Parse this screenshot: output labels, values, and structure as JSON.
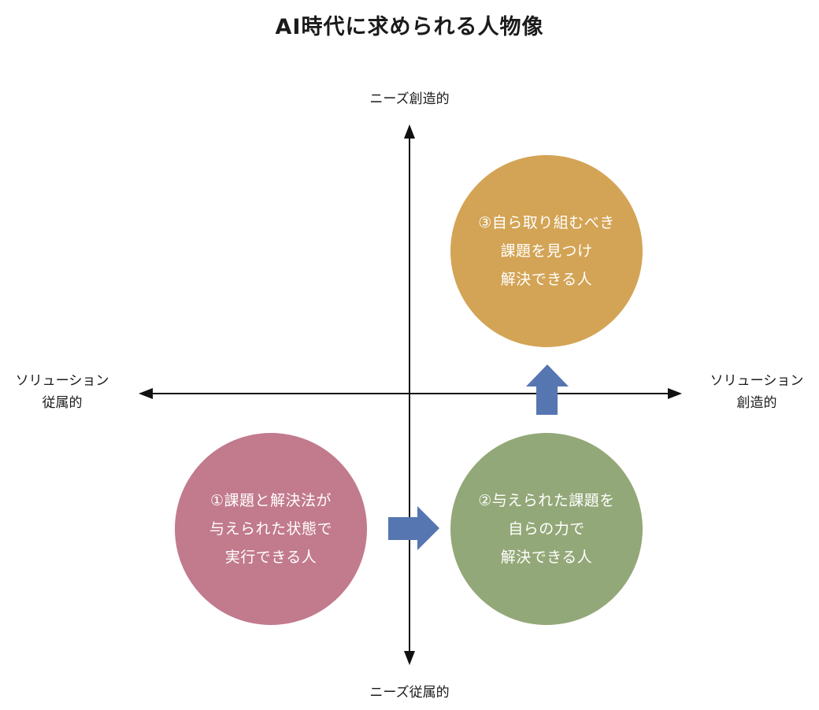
{
  "title": "AI時代に求められる人物像",
  "axes": {
    "top_label": "ニーズ創造的",
    "bottom_label": "ニーズ従属的",
    "left_label": [
      "ソリューション",
      "従属的"
    ],
    "right_label": [
      "ソリューション",
      "創造的"
    ]
  },
  "circles": [
    {
      "lines": [
        "①課題と解決法が",
        "与えられた状態で",
        "実行できる人"
      ],
      "color": "#c27a8d"
    },
    {
      "lines": [
        "②与えられた課題を",
        "自らの力で",
        "解決できる人"
      ],
      "color": "#93a878"
    },
    {
      "lines": [
        "③自ら取り組むべき",
        "課題を見つけ",
        "解決できる人"
      ],
      "color": "#d3a455"
    }
  ],
  "arrow_color": "#5676b1",
  "axis_color": "#111111"
}
